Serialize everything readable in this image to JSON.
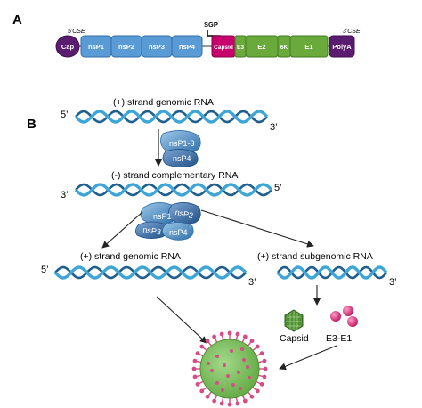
{
  "panels": {
    "a": "A",
    "b": "B"
  },
  "genome": {
    "cse5": "5'CSE",
    "cse3": "3'CSE",
    "sgp": "SGP",
    "genes": {
      "cap": "Cap",
      "nsp1": "nsP1",
      "nsp2": "nsP2",
      "nsp3": "nsP3",
      "nsp4": "nsP4",
      "capsid": "Capsid",
      "e3": "E3",
      "e2": "E2",
      "k6": "6K",
      "e1": "E1",
      "polya": "PolyA"
    },
    "colors": {
      "cap": "#5a1c6e",
      "nsp": "#5b9bd5",
      "capsid": "#c8006e",
      "structural": "#6aaa3c",
      "polya": "#5a1c6e"
    }
  },
  "rna": {
    "plus_genomic_top": "(+) strand genomic RNA",
    "minus_complementary": "(-) strand complementary RNA",
    "plus_genomic_bottom": "(+) strand genomic RNA",
    "plus_subgenomic": "(+) strand subgenomic RNA",
    "end5": "5’",
    "end3": "3’"
  },
  "enzymes": {
    "nsp13": "nsP1-3",
    "nsp4": "nsP4",
    "complex_nsp1": "nsP1",
    "complex_nsp2": "nsP2",
    "complex_nsp3": "nsP3",
    "complex_nsp4": "nsP4"
  },
  "products": {
    "capsid": "Capsid",
    "e3e1": "E3-E1"
  },
  "colors": {
    "helix_blue": "#3ea6d6",
    "helix_dark": "#1f5f8f",
    "virion": "#7fbf5a",
    "spike": "#d84c86"
  }
}
